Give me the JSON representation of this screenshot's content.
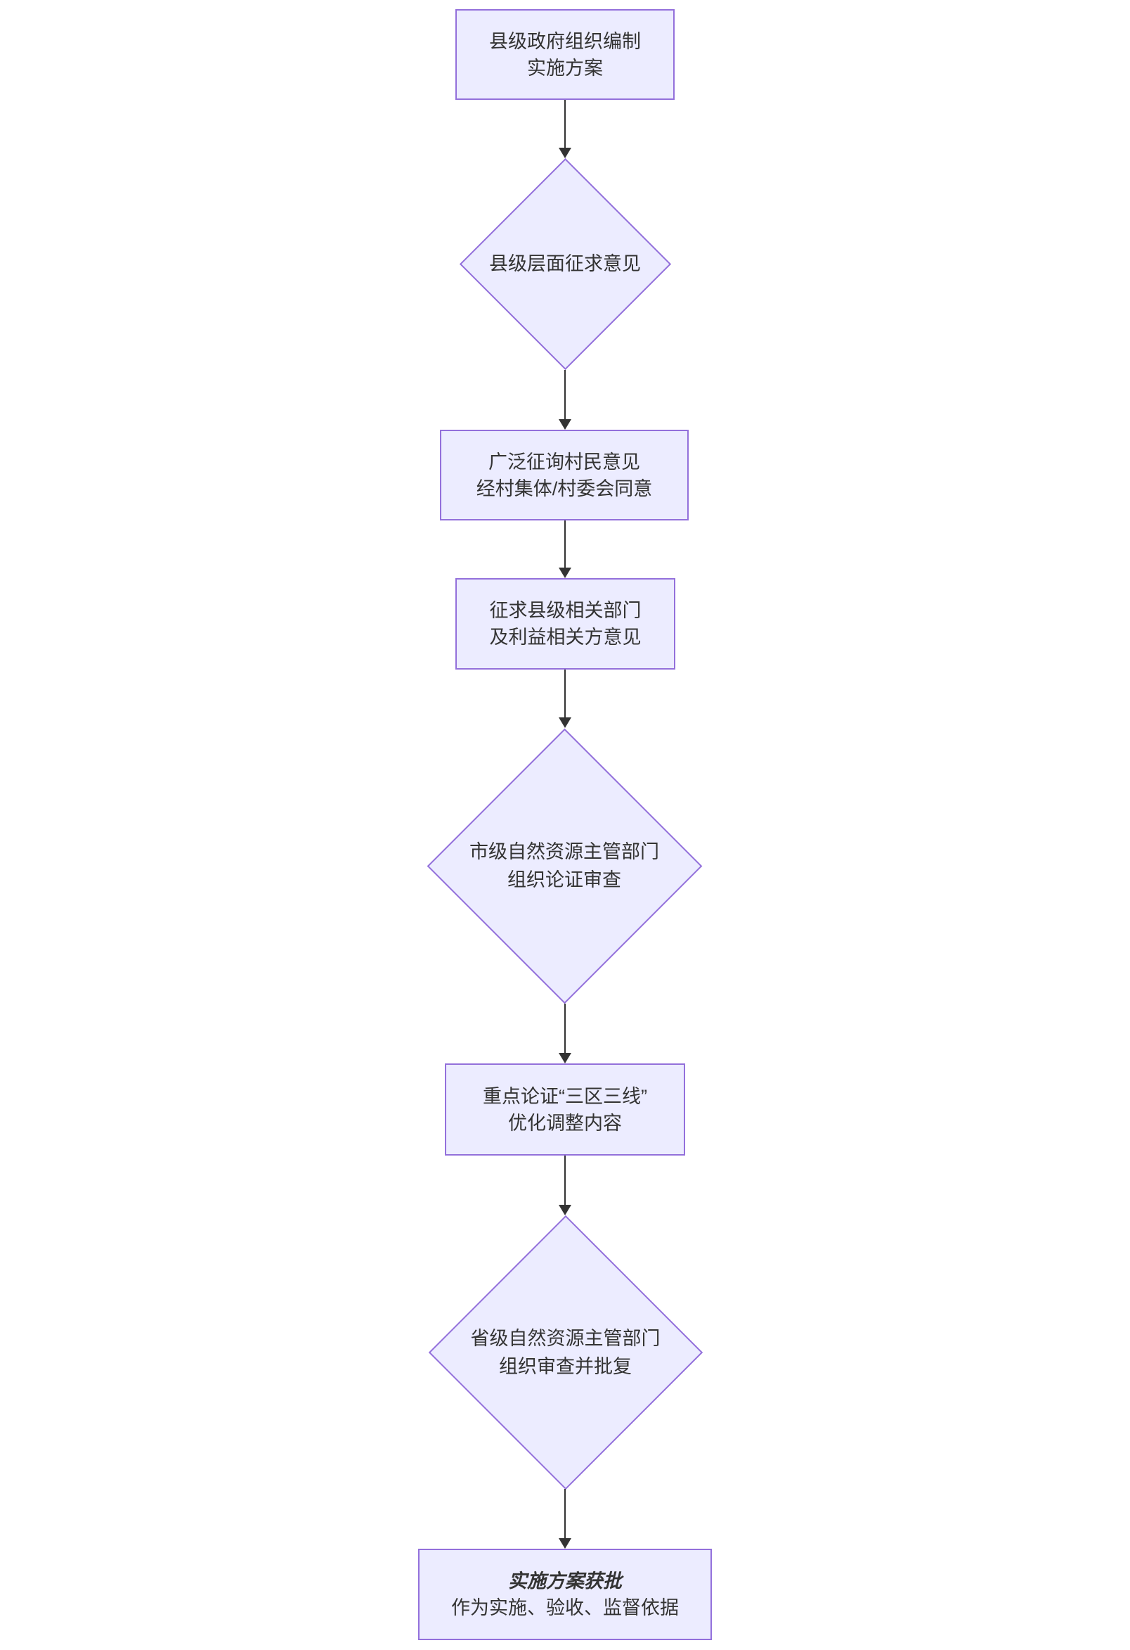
{
  "diagram": {
    "type": "flowchart",
    "direction": "top-down",
    "colors": {
      "node_fill": "#ECECFF",
      "node_border": "#9370DB",
      "arrow": "#333333",
      "text": "#333333",
      "background": "#FFFFFF"
    },
    "nodes": [
      {
        "id": "plan-draft",
        "shape": "rect",
        "lines": [
          "县级政府组织编制",
          "实施方案"
        ]
      },
      {
        "id": "county-consult",
        "shape": "diamond",
        "lines": [
          "县级层面征求意见"
        ]
      },
      {
        "id": "villager-consult",
        "shape": "rect",
        "lines": [
          "广泛征询村民意见",
          "经村集体/村委会同意"
        ]
      },
      {
        "id": "dept-consult",
        "shape": "rect",
        "lines": [
          "征求县级相关部门",
          "及利益相关方意见"
        ]
      },
      {
        "id": "city-review",
        "shape": "diamond",
        "lines": [
          "市级自然资源主管部门",
          "组织论证审查"
        ]
      },
      {
        "id": "three-zones",
        "shape": "rect",
        "lines": [
          "重点论证“三区三线”",
          "优化调整内容"
        ]
      },
      {
        "id": "province-review",
        "shape": "diamond",
        "lines": [
          "省级自然资源主管部门",
          "组织审查并批复"
        ]
      },
      {
        "id": "plan-approved",
        "shape": "rect",
        "lines": [
          "实施方案获批",
          "作为实施、验收、监督依据"
        ]
      }
    ],
    "edges": [
      {
        "from": "plan-draft",
        "to": "county-consult"
      },
      {
        "from": "county-consult",
        "to": "villager-consult"
      },
      {
        "from": "villager-consult",
        "to": "dept-consult"
      },
      {
        "from": "dept-consult",
        "to": "city-review"
      },
      {
        "from": "city-review",
        "to": "three-zones"
      },
      {
        "from": "three-zones",
        "to": "province-review"
      },
      {
        "from": "province-review",
        "to": "plan-approved"
      }
    ]
  }
}
